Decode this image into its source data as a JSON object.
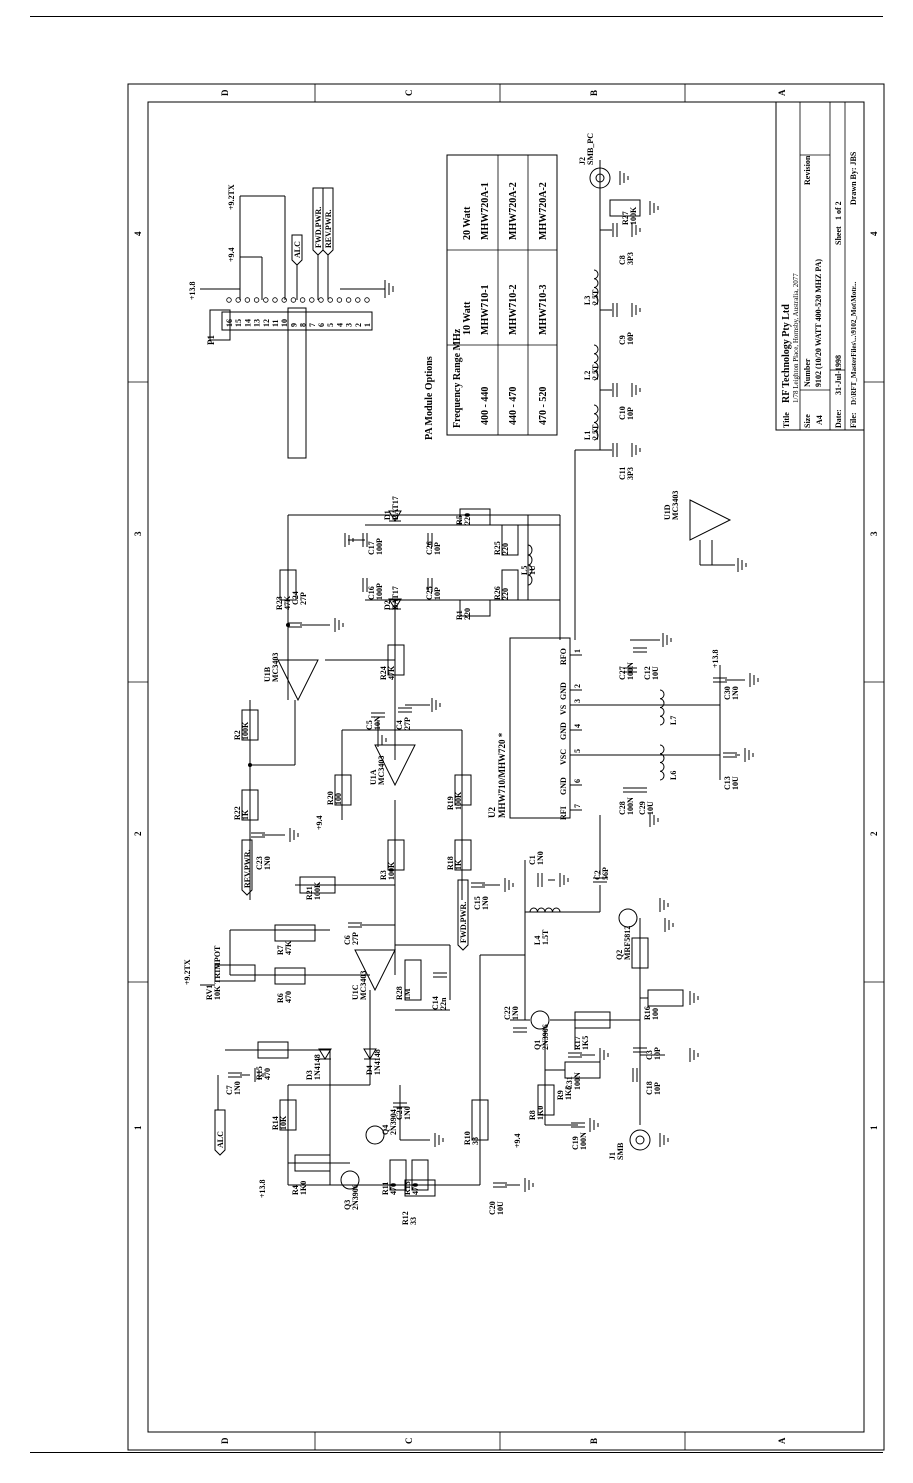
{
  "border": {
    "letters": [
      "D",
      "C",
      "B",
      "A"
    ],
    "numbers": [
      "4",
      "3",
      "2",
      "1"
    ]
  },
  "title_block": {
    "title_label": "Title",
    "company": "RF Technology Pty Ltd",
    "address": "1/78 Leighton Place, Hornsby, Australia, 2077",
    "size_label": "Size",
    "size": "A4",
    "number_label": "Number",
    "number": "9102 (10/20 WATT 400-520 MHZ PA)",
    "revision_label": "Revision",
    "date_label": "Date:",
    "date": "31-Jul-1998",
    "sheet_label": "Sheet",
    "sheet": "1 of 2",
    "file_label": "File:",
    "file": "D:\\RFT_MasterFiles\\...\\9102_Mot\\Motr...",
    "drawn_by": "Drawn By:  JBS"
  },
  "pa_table": {
    "title": "PA Module Options",
    "headers": [
      "Frequency Range MHz",
      "10 Watt",
      "20 Watt"
    ],
    "rows": [
      [
        "400 - 440",
        "MHW710-1",
        "MHW720A-1"
      ],
      [
        "440 - 470",
        "MHW710-2",
        "MHW720A-2"
      ],
      [
        "470 - 520",
        "MHW710-3",
        "MHW720A-2"
      ]
    ]
  },
  "connector_p1": {
    "name": "P1",
    "pins": [
      "16",
      "15",
      "14",
      "13",
      "12",
      "11",
      "10",
      "9",
      "8",
      "7",
      "6",
      "5",
      "4",
      "3",
      "2",
      "1"
    ],
    "nets": [
      "+13.8",
      "+9.4",
      "+9.2TX",
      "ALC",
      "FWD.PWR.",
      "REV.PWR."
    ]
  },
  "pa_module": {
    "name": "U2",
    "part": "MHW710/MHW720 *",
    "pins": [
      {
        "n": "1",
        "name": "RFO"
      },
      {
        "n": "2",
        "name": "GND"
      },
      {
        "n": "3",
        "name": "VS"
      },
      {
        "n": "4",
        "name": "GND"
      },
      {
        "n": "5",
        "name": "VSC"
      },
      {
        "n": "6",
        "name": "GND"
      },
      {
        "n": "7",
        "name": "RFI"
      }
    ]
  },
  "components": [
    {
      "ref": "R23",
      "val": "47K"
    },
    {
      "ref": "C24",
      "val": "27P"
    },
    {
      "ref": "U1B",
      "val": "MC3403"
    },
    {
      "ref": "R2",
      "val": "100K"
    },
    {
      "ref": "R22",
      "val": "1K"
    },
    {
      "ref": "C23",
      "val": "1N0"
    },
    {
      "ref": "R21",
      "val": "100K"
    },
    {
      "ref": "R3",
      "val": "100K"
    },
    {
      "ref": "R24",
      "val": "47K"
    },
    {
      "ref": "C5",
      "val": "10N"
    },
    {
      "ref": "C4",
      "val": "27P"
    },
    {
      "ref": "R20",
      "val": "100"
    },
    {
      "ref": "U1A",
      "val": "MC3403"
    },
    {
      "ref": "R19",
      "val": "100K"
    },
    {
      "ref": "R18",
      "val": "1K"
    },
    {
      "ref": "C15",
      "val": "1N0"
    },
    {
      "ref": "C16",
      "val": "100P"
    },
    {
      "ref": "C17",
      "val": "100P"
    },
    {
      "ref": "C25",
      "val": "10P"
    },
    {
      "ref": "C26",
      "val": "10P"
    },
    {
      "ref": "R25",
      "val": "220"
    },
    {
      "ref": "R26",
      "val": "220"
    },
    {
      "ref": "L5",
      "val": "1U"
    },
    {
      "ref": "R5",
      "val": "220"
    },
    {
      "ref": "R1",
      "val": "220"
    },
    {
      "ref": "D1",
      "val": "BAT17"
    },
    {
      "ref": "D2",
      "val": "BAT17"
    },
    {
      "ref": "RV1",
      "val": "10K TRIMPOT"
    },
    {
      "ref": "R7",
      "val": "47K"
    },
    {
      "ref": "C6",
      "val": "27P"
    },
    {
      "ref": "R6",
      "val": "470"
    },
    {
      "ref": "U1C",
      "val": "MC3403"
    },
    {
      "ref": "R28",
      "val": "1M"
    },
    {
      "ref": "C14",
      "val": "22n"
    },
    {
      "ref": "R15",
      "val": "470"
    },
    {
      "ref": "D3",
      "val": "1N4148"
    },
    {
      "ref": "D4",
      "val": "1N4148"
    },
    {
      "ref": "C7",
      "val": "1N0"
    },
    {
      "ref": "R14",
      "val": "10K"
    },
    {
      "ref": "R4",
      "val": "1K0"
    },
    {
      "ref": "Q4",
      "val": "2N3904"
    },
    {
      "ref": "Q3",
      "val": "2N3906"
    },
    {
      "ref": "C21",
      "val": "1N0"
    },
    {
      "ref": "R11",
      "val": "470"
    },
    {
      "ref": "R13",
      "val": "470"
    },
    {
      "ref": "R12",
      "val": "33"
    },
    {
      "ref": "R10",
      "val": "33"
    },
    {
      "ref": "C20",
      "val": "10U"
    },
    {
      "ref": "C22",
      "val": "1N0"
    },
    {
      "ref": "Q1",
      "val": "2N3906"
    },
    {
      "ref": "R17",
      "val": "1K5"
    },
    {
      "ref": "C31",
      "val": "100N"
    },
    {
      "ref": "R8",
      "val": "1K0"
    },
    {
      "ref": "R9",
      "val": "1K5"
    },
    {
      "ref": "C19",
      "val": "100N"
    },
    {
      "ref": "L4",
      "val": "1.5T"
    },
    {
      "ref": "C1",
      "val": "1N0"
    },
    {
      "ref": "C2",
      "val": "56P"
    },
    {
      "ref": "Q2",
      "val": "MRF5812"
    },
    {
      "ref": "R16",
      "val": "100"
    },
    {
      "ref": "C3",
      "val": "10P"
    },
    {
      "ref": "C18",
      "val": "10P"
    },
    {
      "ref": "J1",
      "val": "SMB"
    },
    {
      "ref": "C28",
      "val": "100N"
    },
    {
      "ref": "C29",
      "val": "10U"
    },
    {
      "ref": "C27",
      "val": "100N"
    },
    {
      "ref": "C12",
      "val": "10U"
    },
    {
      "ref": "L6",
      "val": ""
    },
    {
      "ref": "L7",
      "val": ""
    },
    {
      "ref": "C13",
      "val": "10U"
    },
    {
      "ref": "C30",
      "val": "1N0"
    },
    {
      "ref": "L1",
      "val": "2.5T"
    },
    {
      "ref": "L2",
      "val": "2.5T"
    },
    {
      "ref": "L3",
      "val": "2.5T"
    },
    {
      "ref": "C11",
      "val": "3P3"
    },
    {
      "ref": "C10",
      "val": "10P"
    },
    {
      "ref": "C9",
      "val": "10P"
    },
    {
      "ref": "C8",
      "val": "3P3"
    },
    {
      "ref": "R27",
      "val": "100K"
    },
    {
      "ref": "J2",
      "val": "SMB_PC"
    },
    {
      "ref": "U1D",
      "val": "MC3403"
    }
  ],
  "nets": {
    "alc": "ALC",
    "fwd_pwr": "FWD.PWR.",
    "rev_pwr": "REV.PWR.",
    "v138": "+13.8",
    "v94": "+9.4",
    "v92tx": "+9.2TX"
  }
}
